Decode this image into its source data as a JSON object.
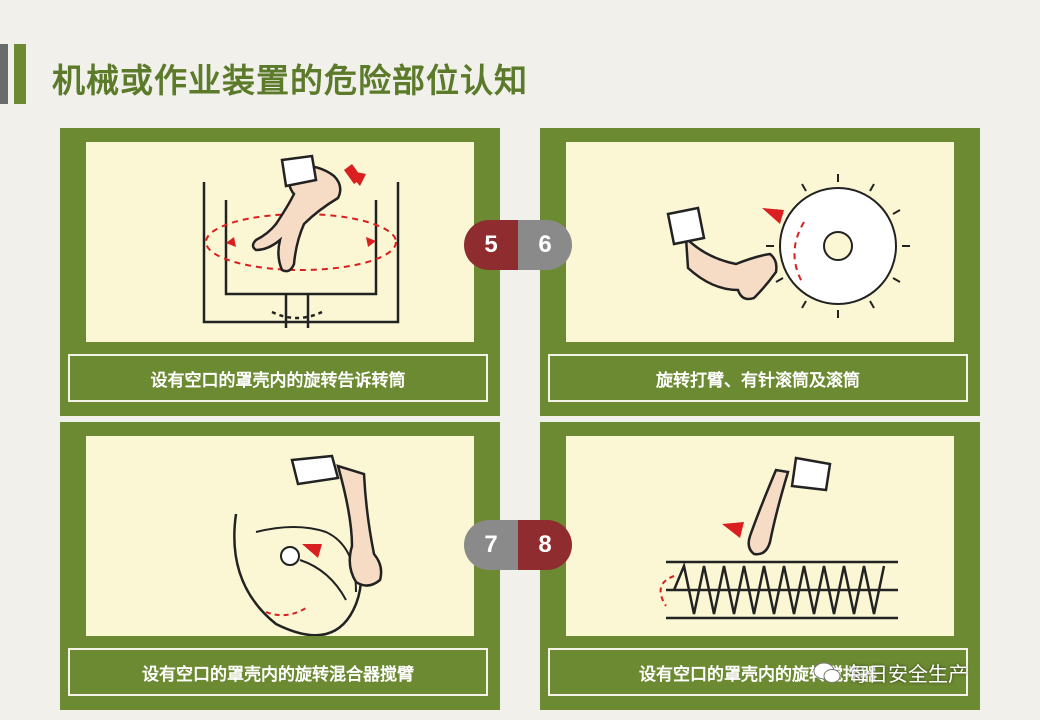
{
  "header": {
    "title": "机械或作业装置的危险部位认知"
  },
  "cards": [
    {
      "caption": "设有空口的罩壳内的旋转告诉转筒"
    },
    {
      "caption": "旋转打臂、有针滚筒及滚筒"
    },
    {
      "caption": "设有空口的罩壳内的旋转混合器搅臂"
    },
    {
      "caption": "设有空口的罩壳内的旋转搅拌器"
    }
  ],
  "badges": [
    {
      "left": "5",
      "right": "6"
    },
    {
      "left": "7",
      "right": "8"
    }
  ],
  "watermark": {
    "text": "每日安全生产"
  },
  "colors": {
    "green": "#6c8a32",
    "panel": "#fbf7d4",
    "dark_red": "#8e2c2f",
    "grey": "#8a8a8a",
    "arrow": "#d91f1f"
  }
}
